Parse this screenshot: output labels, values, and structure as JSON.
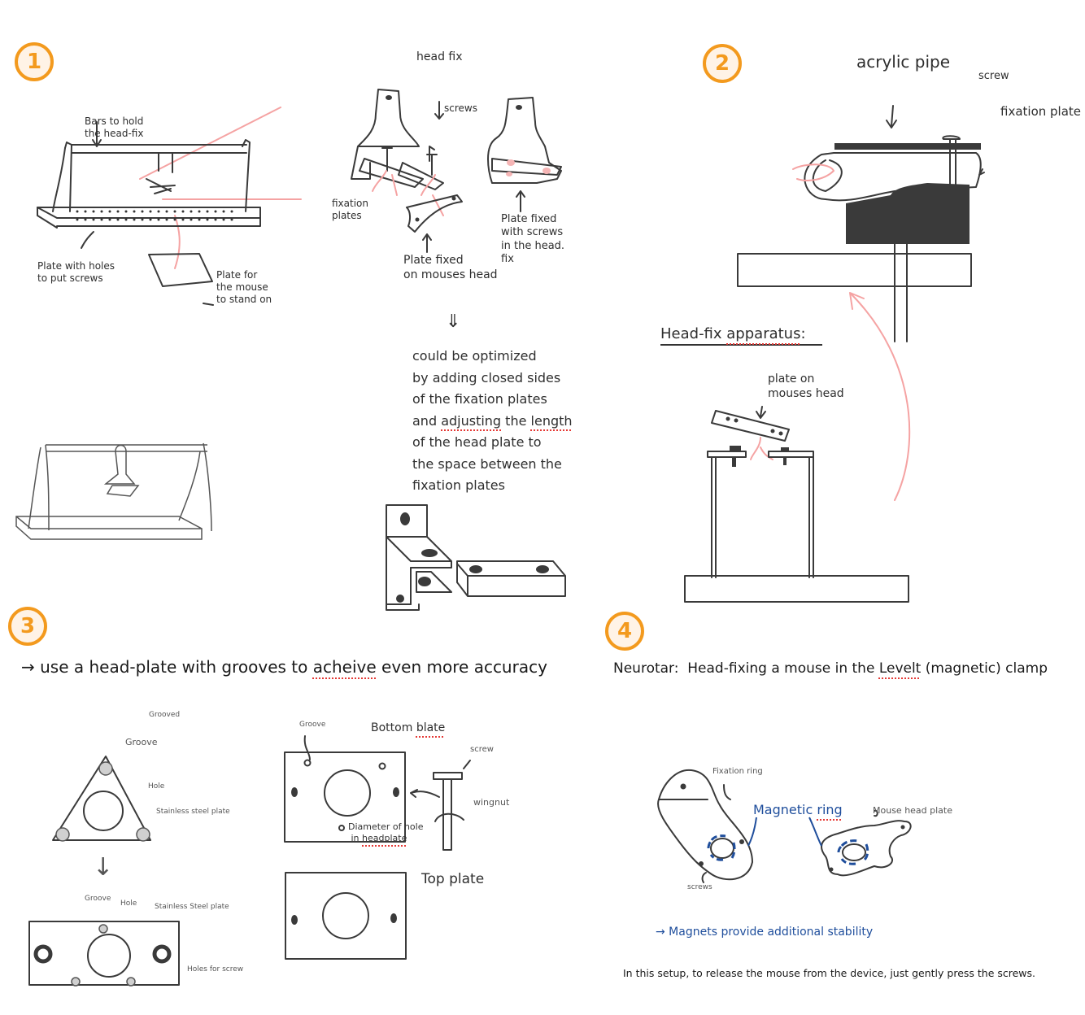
{
  "sections": [
    {
      "number": "1",
      "labels": {
        "bars": "Bars to hold\nthe head-fix",
        "plate_holes": "Plate with holes\nto put screws",
        "plate_mouse": "Plate for\nthe mouse\nto stand on",
        "head_fix": "head fix",
        "screws": "screws",
        "fixation_plates": "fixation\nplates",
        "plate_fixed_head": "Plate fixed\non mouses head",
        "plate_fixed_screws": "Plate fixed\nwith screws\nin the head.\nfix",
        "arrow_down": "⇓",
        "optimization_note": "could be optimized\nby adding closed sides\nof the fixation plates\nand adjusting the length\nof the head plate to\nthe space between the\nfixation plates"
      }
    },
    {
      "number": "2",
      "labels": {
        "acrylic_pipe": "acrylic pipe",
        "screw": "screw",
        "fixation_plate": "fixation plate",
        "apparatus_title": "Head-fix apparatus:",
        "plate_on_head": "plate on\nmouses head"
      }
    },
    {
      "number": "3",
      "heading": "→ use a head-plate with grooves to acheive even more accuracy",
      "labels": {
        "grooved": "Grooved",
        "groove": "Groove",
        "hole": "Hole",
        "steel_plate": "Stainless steel plate",
        "groove2": "Groove",
        "hole2": "Hole",
        "steel_plate2": "Stainless Steel plate",
        "holes_screw": "Holes for screw",
        "groove3": "Groove",
        "bottom_plate": "Bottom blate",
        "screw": "screw",
        "wingnut": "wingnut",
        "diameter": "Diameter of hole\nin headplate",
        "top_plate": "Top plate"
      }
    },
    {
      "number": "4",
      "heading": "Neurotar:  Head-fixing a mouse in the Levelt (magnetic) clamp",
      "labels": {
        "fixation_ring": "Fixation ring",
        "magnetic_ring": "Magnetic ring",
        "mouse_head_plate": "Mouse head plate",
        "screws": "screws",
        "magnets_note": "→ Magnets provide additional stability",
        "release_note": "In this setup, to release the mouse from the device, just gently press the screws."
      }
    }
  ],
  "colors": {
    "badge": "#F39A1E",
    "badge_fill": "#FFF3E6",
    "pink_arrow": "#F5A3A3",
    "blue_ink": "#1F4E9C",
    "spell_underline": "#E53935"
  }
}
